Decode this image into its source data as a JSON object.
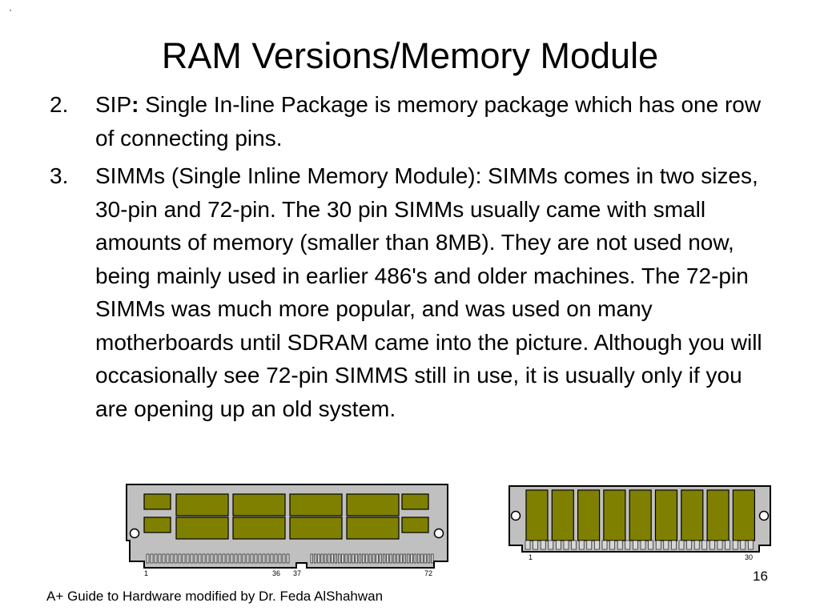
{
  "slide": {
    "corner_mark": "·",
    "title": "RAM Versions/Memory Module",
    "items": [
      {
        "number": "2.",
        "term": "SIP",
        "term_colon": ":",
        "text": " Single In-line Package is memory package which has one row of connecting pins."
      },
      {
        "number": "3.",
        "text": "SIMMs (Single Inline Memory Module): SIMMs comes in two sizes, 30-pin and 72-pin. The 30 pin SIMMs usually came with small amounts of memory (smaller than 8MB). They are not used now, being mainly used in earlier 486's and older machines. The 72-pin SIMMs was much more popular, and was used on many motherboards until SDRAM came into the picture. Although you will occasionally see 72-pin SIMMS still in use, it is usually only if you are opening up an old system."
      }
    ],
    "simm72": {
      "pin_labels": [
        "1",
        "36",
        "37",
        "72"
      ],
      "chip_color": "#808000",
      "board_color": "#c0c0c0"
    },
    "simm30": {
      "pin_labels": [
        "1",
        "30"
      ],
      "chip_color": "#808000",
      "board_color": "#c0c0c0"
    },
    "page_number": "16",
    "footer": "A+ Guide to Hardware modified by Dr. Feda AlShahwan"
  }
}
